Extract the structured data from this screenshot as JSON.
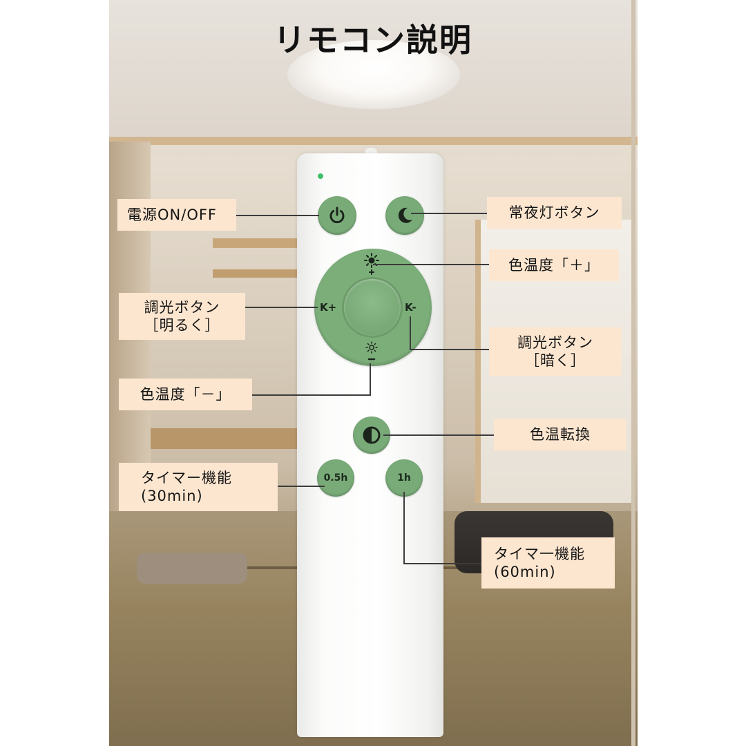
{
  "title": "リモコン説明",
  "buttons": {
    "timer_half": "0.5h",
    "timer_hour": "1h",
    "k_plus": "K+",
    "k_minus": "K-"
  },
  "labels": {
    "power": "電源ON/OFF",
    "night_light": "常夜灯ボタン",
    "color_temp_plus": "色温度「＋」",
    "dim_bright_line1": "調光ボタン",
    "dim_bright_line2": "［明るく］",
    "dim_dark_line1": "調光ボタン",
    "dim_dark_line2": "［暗く］",
    "color_temp_minus": "色温度「－」",
    "color_switch": "色温転換",
    "timer30_line1": "タイマー機能",
    "timer30_line2": "(30min)",
    "timer60_line1": "タイマ一機能",
    "timer60_line2": "(60min)"
  },
  "colors": {
    "button_green": "#79ab78",
    "label_bg": "#fce6d0",
    "led": "#3fbf6a"
  },
  "icons": [
    "power-icon",
    "moon-icon",
    "sun-plus-icon",
    "sun-minus-icon",
    "half-circle-icon"
  ]
}
